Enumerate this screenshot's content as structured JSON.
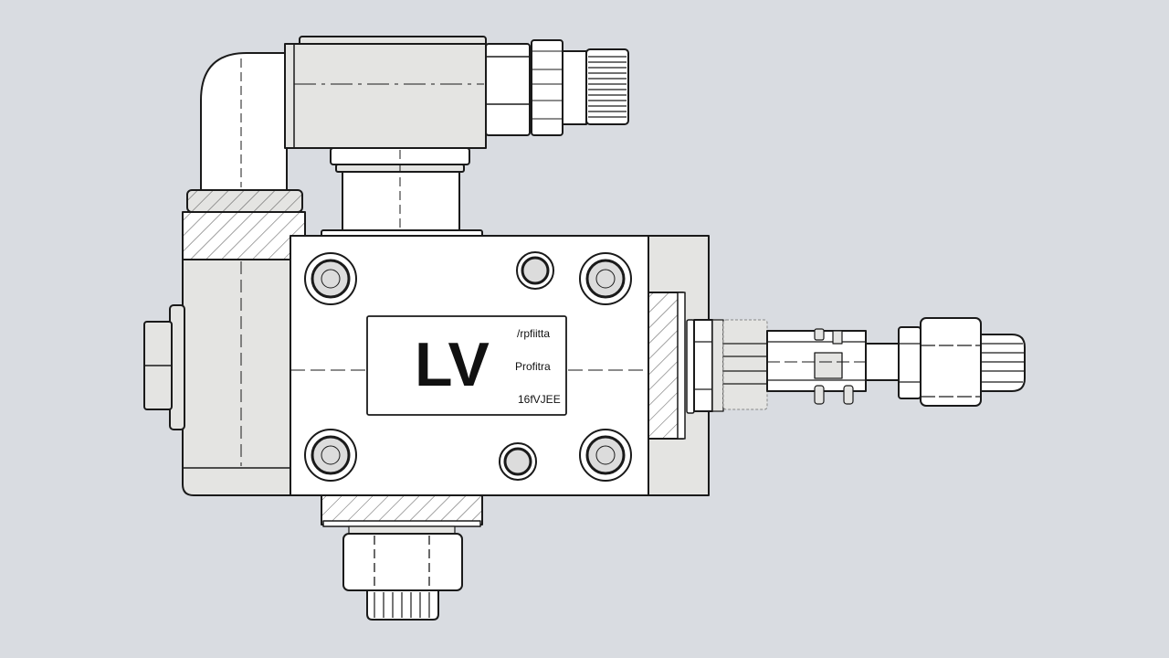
{
  "diagram": {
    "type": "technical-drawing",
    "subject": "valve assembly (side view, partial section)",
    "background_color": "#d9dce1",
    "line_color": "#1a1a1a",
    "fill_light": "#ffffff",
    "fill_shade": "#e4e4e2",
    "nameplate": {
      "code": "LV",
      "lines": [
        "/rpfiitta",
        "Profitra",
        "16fVJEE"
      ]
    },
    "components": [
      "elbow-fitting",
      "solenoid-housing",
      "hex-nut-top",
      "knurled-knob-top",
      "bonnet-stem",
      "left-flange-section",
      "left-side-nut",
      "main-valve-body",
      "mounting-bolts",
      "right-flange-section",
      "right-stem-assembly",
      "right-hex-nut",
      "right-knurled-end",
      "bottom-flange-section",
      "bottom-hex-nut",
      "bottom-knurled-cap"
    ]
  }
}
